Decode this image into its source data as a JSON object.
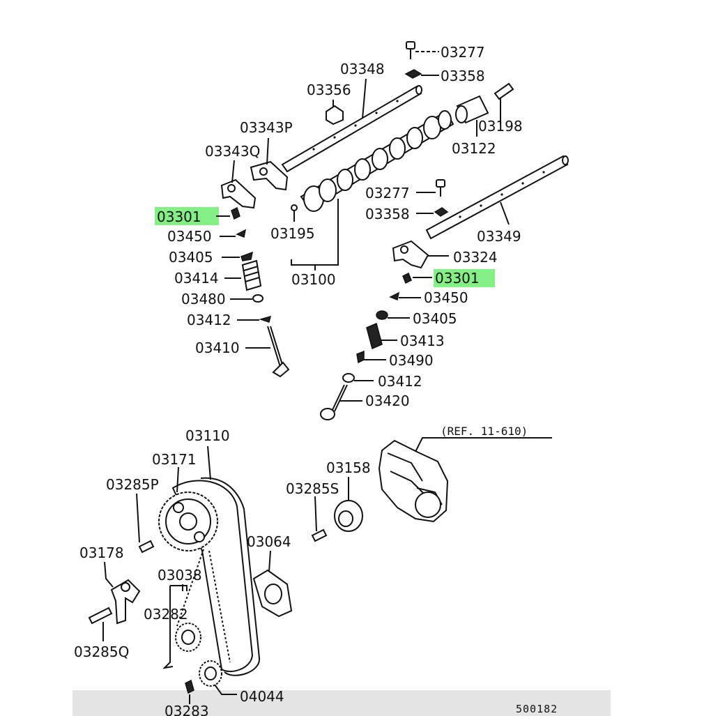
{
  "diagram": {
    "colors": {
      "highlight": "#7dee7d",
      "ink": "#111111",
      "bottom_fade": "#e4e4e4"
    },
    "ref_label": "(REF. 11-610)",
    "drawing_code": "500182",
    "labels": {
      "p03277a": "03277",
      "p03358a": "03358",
      "p03348": "03348",
      "p03356": "03356",
      "p03198": "03198",
      "p03343p": "03343P",
      "p03122": "03122",
      "p03343q": "03343Q",
      "p03277b": "03277",
      "p03301a": "03301",
      "p03358b": "03358",
      "p03195": "03195",
      "p03349": "03349",
      "p03450a": "03450",
      "p03405a": "03405",
      "p03324": "03324",
      "p03414": "03414",
      "p03100": "03100",
      "p03301b": "03301",
      "p03480": "03480",
      "p03450b": "03450",
      "p03412a": "03412",
      "p03405b": "03405",
      "p03410": "03410",
      "p03413": "03413",
      "p03490": "03490",
      "p03412b": "03412",
      "p03420": "03420",
      "p03110": "03110",
      "p03171": "03171",
      "p03158": "03158",
      "p03285p": "03285P",
      "p03285s": "03285S",
      "p03064": "03064",
      "p03178": "03178",
      "p03038": "03038",
      "p03282": "03282",
      "p03285q": "03285Q",
      "p04044": "04044",
      "p03283": "03283"
    }
  }
}
